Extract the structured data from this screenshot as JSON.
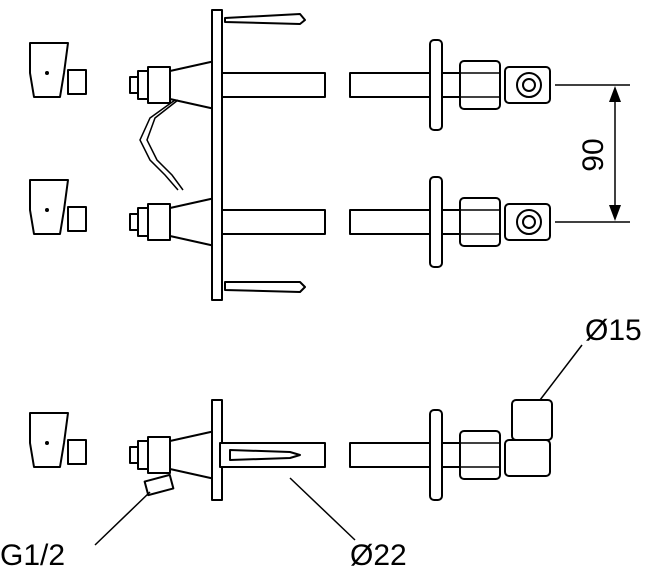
{
  "dimensions": {
    "spacing": "90",
    "outlet_diameter": "Ø15",
    "pipe_diameter": "Ø22",
    "thread": "G1/2"
  }
}
